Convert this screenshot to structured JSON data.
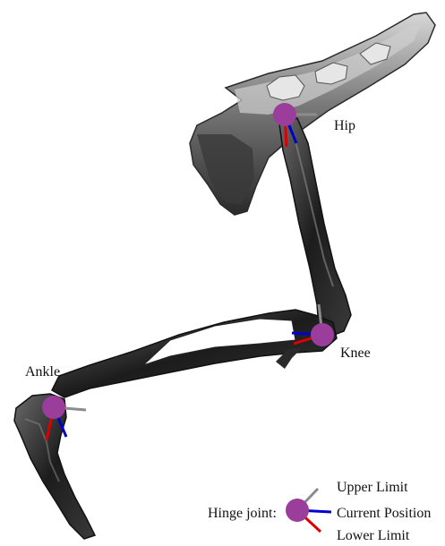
{
  "joints": {
    "hip": "Hip",
    "knee": "Knee",
    "ankle": "Ankle"
  },
  "legend": {
    "prefix": "Hinge joint:",
    "upper_limit": "Upper Limit",
    "current_position": "Current Position",
    "lower_limit": "Lower Limit"
  },
  "colors": {
    "joint_marker": "#9b3d9b",
    "upper_limit_line": "#8c8c8c",
    "current_position_line": "#0000cc",
    "lower_limit_line": "#dd0000",
    "bone_dark": "#161616",
    "bone_light": "#a8a8a8"
  }
}
